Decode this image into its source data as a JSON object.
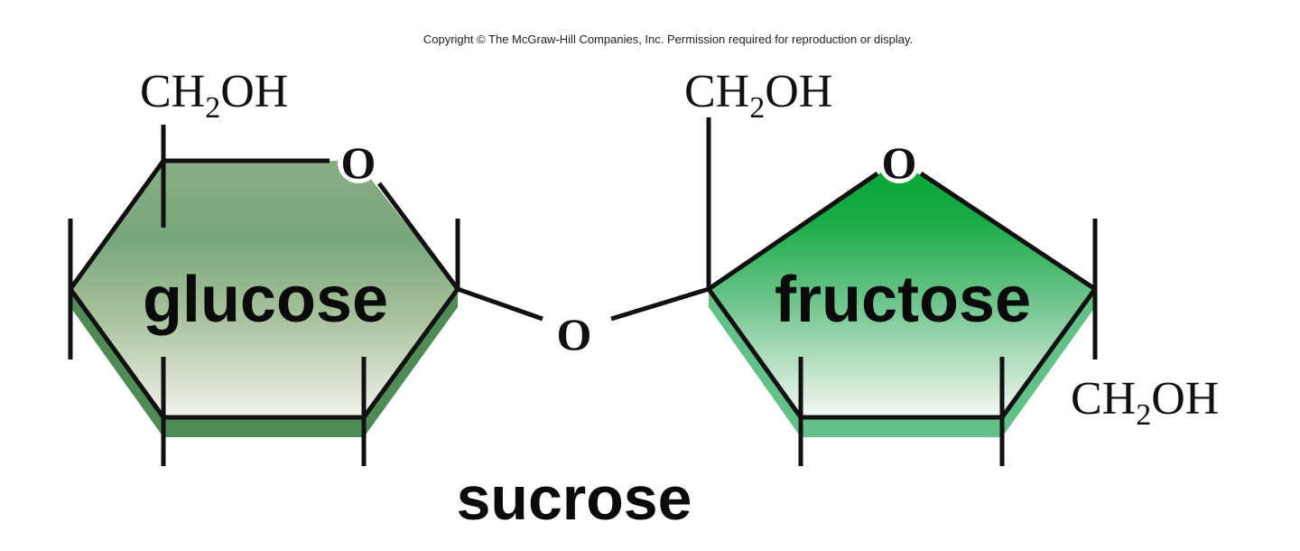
{
  "copyright": "Copyright © The McGraw-Hill Companies, Inc. Permission required for reproduction or display.",
  "molecule": {
    "name": "sucrose",
    "glycosidic_oxygen": "O"
  },
  "glucose": {
    "label": "glucose",
    "ring_oxygen": "O",
    "substituent": {
      "prefix": "CH",
      "subscript": "2",
      "suffix": "OH"
    },
    "colors": {
      "top": "#7aa87c",
      "mid": "#a2bf99",
      "bottom": "#f1f2ec",
      "edge_shadow": "#4e8a56"
    }
  },
  "fructose": {
    "label": "fructose",
    "ring_oxygen": "O",
    "substituent_top": {
      "prefix": "CH",
      "subscript": "2",
      "suffix": "OH"
    },
    "substituent_right": {
      "prefix": "CH",
      "subscript": "2",
      "suffix": "OH"
    },
    "colors": {
      "top": "#0aa83c",
      "mid": "#6cc48a",
      "bottom": "#f3f7f1",
      "edge_shadow": "#5fbe84"
    }
  }
}
